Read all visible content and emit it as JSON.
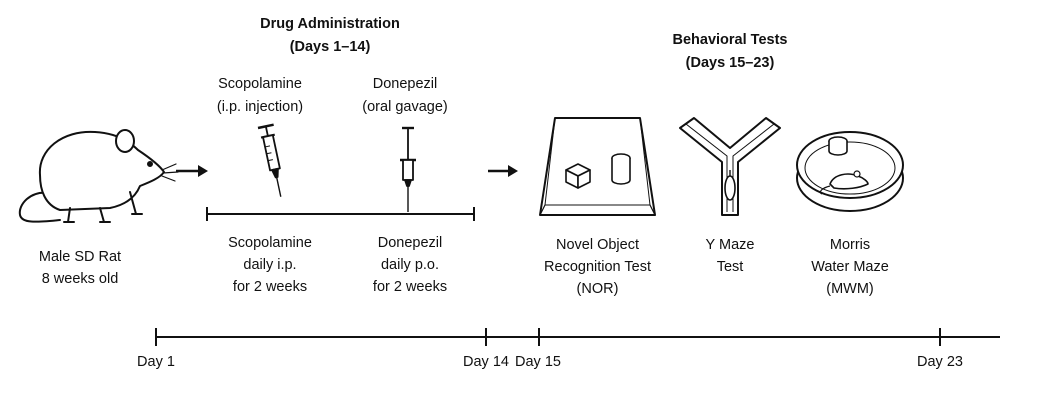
{
  "drug_section": {
    "title": "Drug Administration",
    "days": "(Days 1–14)"
  },
  "behavior_section": {
    "title": "Behavioral Tests",
    "days": "(Days 15–23)"
  },
  "scopolamine": {
    "name": "Scopolamine",
    "route": "(i.p. injection)",
    "schedule": "Scopolamine\ndaily i.p.\nfor 2 weeks"
  },
  "donepezil": {
    "name": "Donepezil",
    "route": "(oral gavage)",
    "schedule": "Donepezil\ndaily p.o.\nfor 2 weeks"
  },
  "subject": {
    "label": "Male SD Rat\n8 weeks old"
  },
  "tests": {
    "nor": "Novel Object\nRecognition Test\n(NOR)",
    "ymaze": "Y Maze\nTest",
    "mwm": "Morris\nWater Maze\n(MWM)"
  },
  "timeline": {
    "day1": "Day 1",
    "day14": "Day 14",
    "day15": "Day 15",
    "day23": "Day 23"
  },
  "icons": {
    "rat": "rat-icon",
    "syringe": "syringe-icon",
    "gavage": "gavage-needle-icon",
    "nor_box": "novel-object-box-icon",
    "ymaze": "y-maze-icon",
    "mwm_pool": "water-maze-pool-icon",
    "arrow": "arrow-right-icon"
  }
}
